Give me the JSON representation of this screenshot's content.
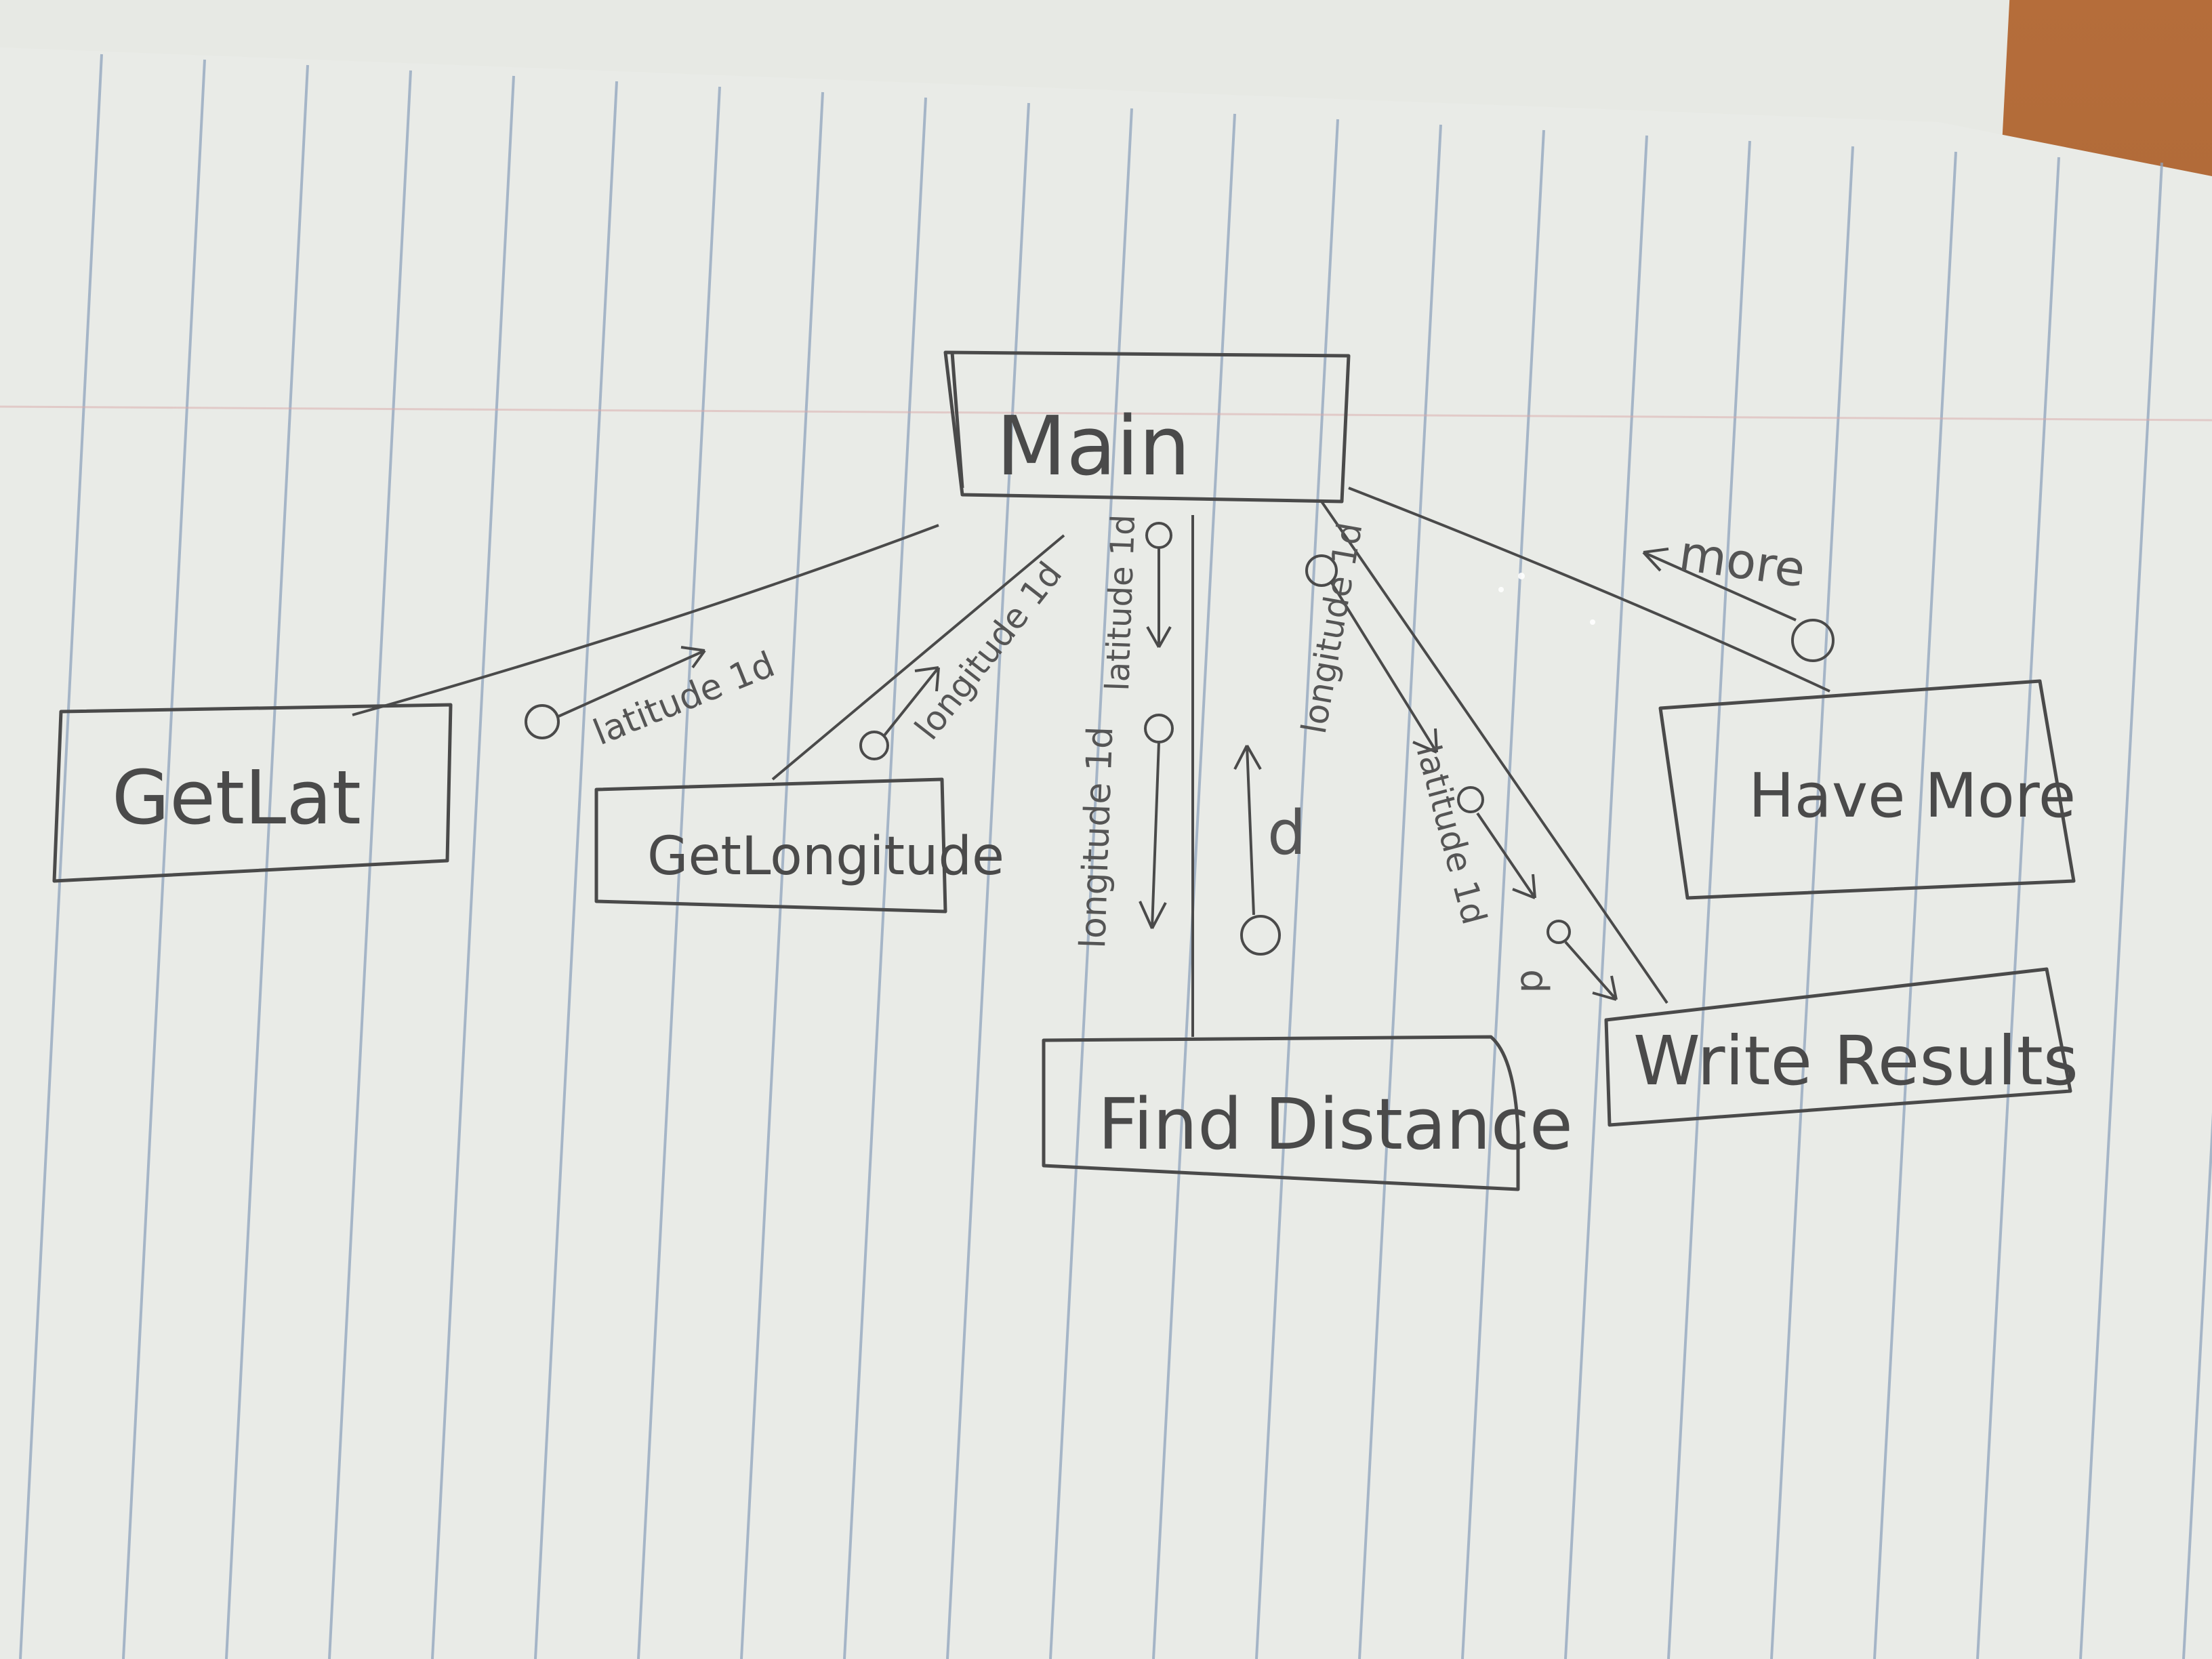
{
  "modules": {
    "main": "Main",
    "get_lat": "GetLat",
    "get_longitude": "GetLongitude",
    "find_distance": "Find Distance",
    "have_more": "Have More",
    "write_results": "Write Results"
  },
  "flows": {
    "latitude_to_main": "latitude 1d",
    "longitude_to_main": "longitude 1d",
    "latitude_to_find": "latitude 1d",
    "longitude_to_find": "longitude 1d",
    "d_to_main": "d",
    "longitude_to_write": "longitude 1d",
    "latitude_to_write": "latitude 1d",
    "d_to_write": "d",
    "more_to_main": "more"
  },
  "colors": {
    "paper": "#e9ebe7",
    "rule_line": "#8fa3bd",
    "margin_line": "#d9a9a9",
    "ink": "#4a4a4a"
  }
}
